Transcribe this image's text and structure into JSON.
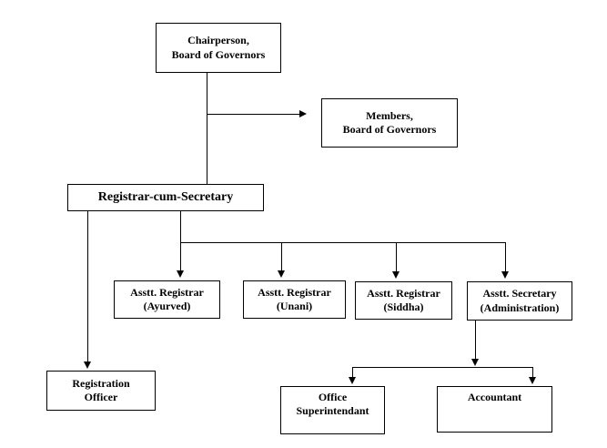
{
  "diagram": {
    "type": "org-chart",
    "colors": {
      "background": "#ffffff",
      "line": "#000000",
      "box_border": "#000000",
      "text": "#000000"
    },
    "nodes": [
      {
        "id": "chairperson-board-of-governors",
        "lines": [
          "Chairperson,",
          "Board of Governors"
        ]
      },
      {
        "id": "members-board-of-governors",
        "lines": [
          "Members,",
          "Board of Governors"
        ]
      },
      {
        "id": "registrar-cum-secretary",
        "lines": [
          "Registrar-cum-Secretary"
        ]
      },
      {
        "id": "asstt-registrar-ayurved",
        "lines": [
          "Asstt. Registrar",
          "(Ayurved)"
        ]
      },
      {
        "id": "asstt-registrar-unani",
        "lines": [
          "Asstt. Registrar",
          "(Unani)"
        ]
      },
      {
        "id": "asstt-registrar-siddha",
        "lines": [
          "Asstt. Registrar",
          "(Siddha)"
        ]
      },
      {
        "id": "asstt-secretary-administration",
        "lines": [
          "Asstt. Secretary",
          "(Administration)"
        ]
      },
      {
        "id": "registration-officer",
        "lines": [
          "Registration",
          "Officer"
        ]
      },
      {
        "id": "office-superintendant",
        "lines": [
          "Office",
          "Superintendant"
        ]
      },
      {
        "id": "accountant",
        "lines": [
          "Accountant"
        ]
      }
    ],
    "edges": [
      {
        "from": "chairperson-board-of-governors",
        "to": "members-board-of-governors",
        "style": "arrow"
      },
      {
        "from": "chairperson-board-of-governors",
        "to": "registrar-cum-secretary",
        "style": "line"
      },
      {
        "from": "registrar-cum-secretary",
        "to": "registration-officer",
        "style": "arrow"
      },
      {
        "from": "registrar-cum-secretary",
        "to": "asstt-registrar-ayurved",
        "style": "arrow"
      },
      {
        "from": "registrar-cum-secretary",
        "to": "asstt-registrar-unani",
        "style": "arrow"
      },
      {
        "from": "registrar-cum-secretary",
        "to": "asstt-registrar-siddha",
        "style": "arrow"
      },
      {
        "from": "registrar-cum-secretary",
        "to": "asstt-secretary-administration",
        "style": "arrow"
      },
      {
        "from": "asstt-secretary-administration",
        "to": "office-superintendant",
        "style": "arrow"
      },
      {
        "from": "asstt-secretary-administration",
        "to": "accountant",
        "style": "arrow"
      }
    ]
  }
}
